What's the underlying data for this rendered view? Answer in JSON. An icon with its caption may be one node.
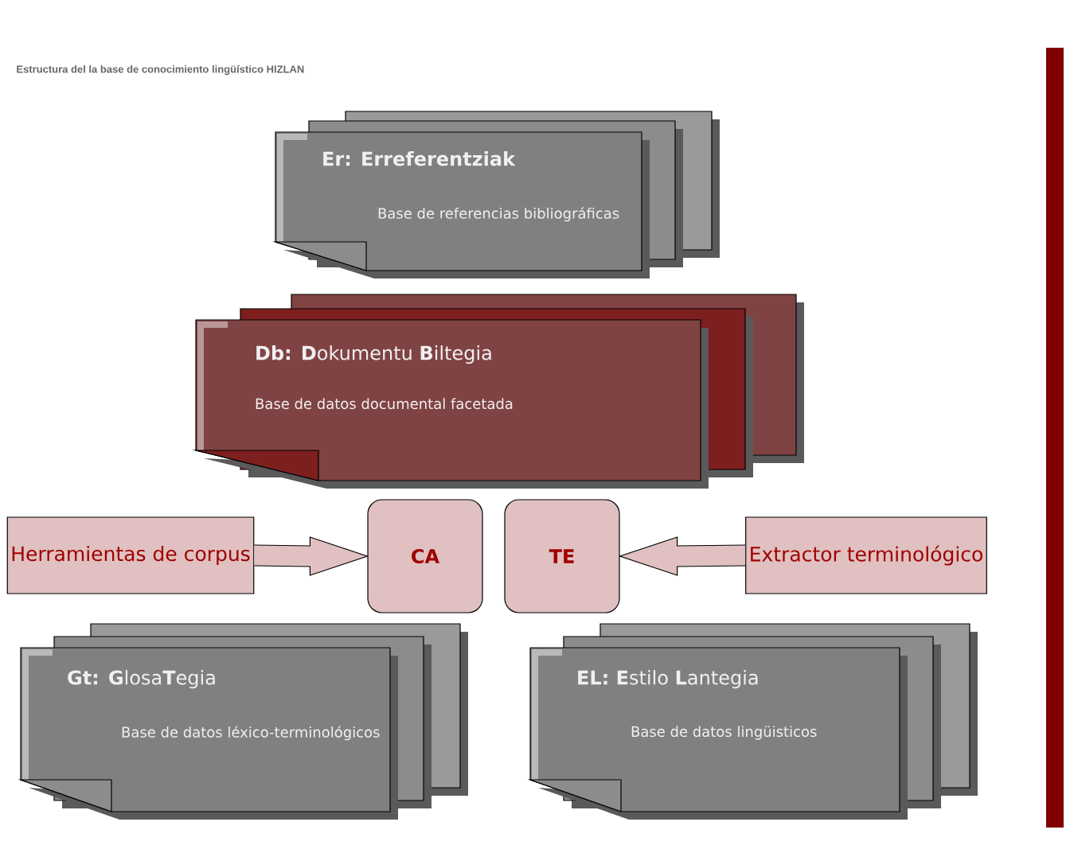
{
  "diagram": {
    "title": "Estructura del la base de conocimiento lingüístico HIZLAN",
    "nodes": [
      {
        "text": [
          "Er: Erreferentziak",
          "Base de referencias bibliográficas"
        ]
      },
      {
        "text": [
          "**Db: D**okumentu **B**iltegia",
          "Base de datos documental facetada"
        ]
      },
      {
        "text": [
          "Herramientas de corpus"
        ]
      },
      {
        "text": [
          "CA"
        ]
      },
      {
        "text": [
          "TE"
        ]
      },
      {
        "text": [
          "Extractor terminológico"
        ]
      },
      {
        "text": [
          "**Gt: G**losa**T**egia",
          "Base de datos léxico-terminológicos"
        ]
      },
      {
        "text": [
          "**EL: E**stilo **L**antegia",
          "Base de datos lingüisticos"
        ]
      }
    ],
    "edges": [
      {
        "from": 2,
        "to": 3,
        "arrow": "to"
      },
      {
        "from": 5,
        "to": 4,
        "arrow": "to"
      }
    ]
  }
}
